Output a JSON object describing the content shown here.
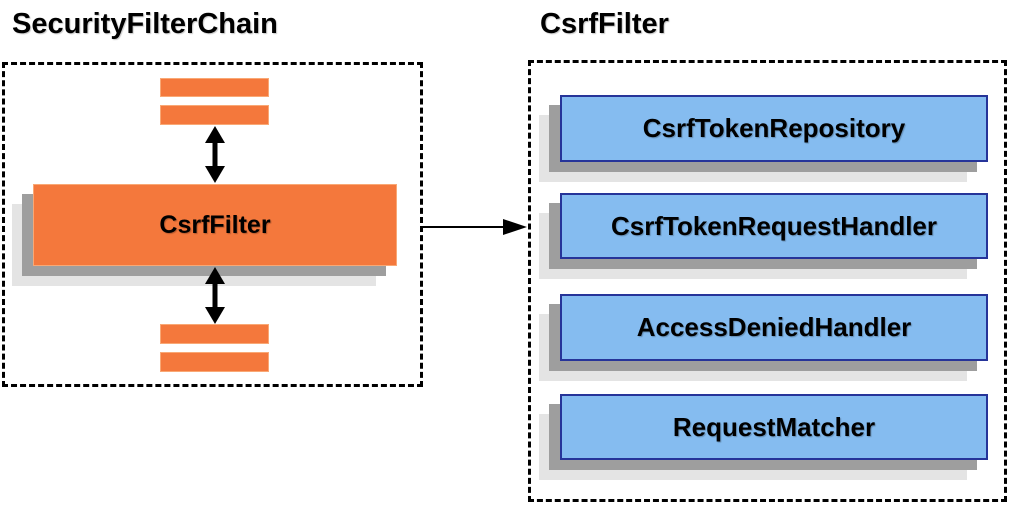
{
  "diagram": {
    "left_panel": {
      "title": "SecurityFilterChain",
      "filter_box_label": "CsrfFilter",
      "unnamed_filter_bars_above": 2,
      "unnamed_filter_bars_below": 2
    },
    "right_panel": {
      "title": "CsrfFilter",
      "boxes": [
        {
          "label": "CsrfTokenRepository"
        },
        {
          "label": "CsrfTokenRequestHandler"
        },
        {
          "label": "AccessDeniedHandler"
        },
        {
          "label": "RequestMatcher"
        }
      ]
    },
    "connections": {
      "left_internal": "double-headed vertical arrows between filter bars and CsrfFilter box",
      "between_panels": "arrow from SecurityFilterChain container to CsrfFilter container"
    },
    "colors": {
      "orange_fill": "#F4783C",
      "orange_edge": "#F9A875",
      "blue_fill": "#85BCF0",
      "blue_border": "#263499",
      "shadow_dark": "#9E9E9E",
      "shadow_light": "#E4E4E4",
      "border_dashed": "#000000",
      "text": "#000000",
      "background": "#FFFFFF"
    }
  }
}
